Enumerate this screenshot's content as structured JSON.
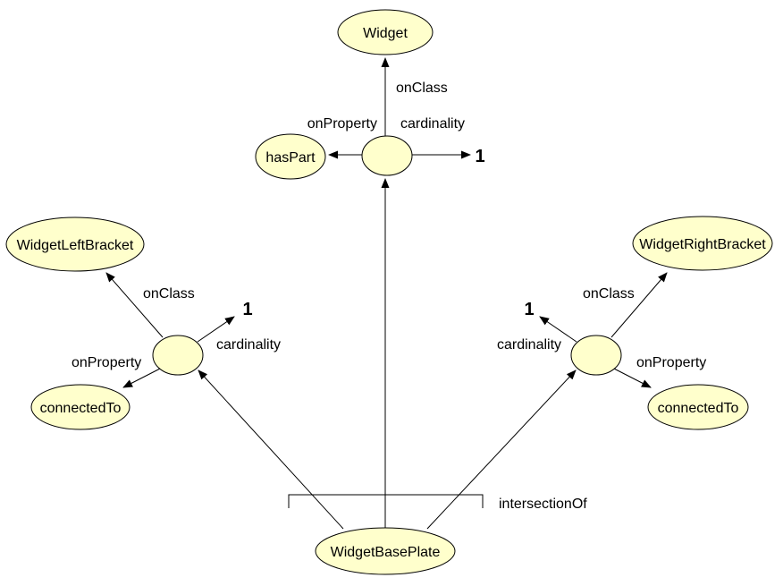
{
  "diagram": {
    "type": "owl-ontology-restriction-diagram",
    "colors": {
      "background": "#ffffff",
      "node_fill": "#ffffcc",
      "node_stroke": "#000000",
      "edge_color": "#000000",
      "text_color": "#000000"
    },
    "nodes": {
      "widget": {
        "label": "Widget"
      },
      "has_part": {
        "label": "hasPart"
      },
      "widget_left_bracket": {
        "label": "WidgetLeftBracket"
      },
      "connected_to_left": {
        "label": "connectedTo"
      },
      "widget_right_bracket": {
        "label": "WidgetRightBracket"
      },
      "connected_to_right": {
        "label": "connectedTo"
      },
      "widget_base_plate": {
        "label": "WidgetBasePlate"
      },
      "restriction_top": {
        "label": ""
      },
      "restriction_left": {
        "label": ""
      },
      "restriction_right": {
        "label": ""
      }
    },
    "edge_labels": {
      "top_on_class": "onClass",
      "top_on_property": "onProperty",
      "top_cardinality": "cardinality",
      "top_cardinality_value": "1",
      "left_on_class": "onClass",
      "left_on_property": "onProperty",
      "left_cardinality": "cardinality",
      "left_cardinality_value": "1",
      "right_on_class": "onClass",
      "right_on_property": "onProperty",
      "right_cardinality": "cardinality",
      "right_cardinality_value": "1",
      "intersection_of": "intersectionOf"
    }
  }
}
